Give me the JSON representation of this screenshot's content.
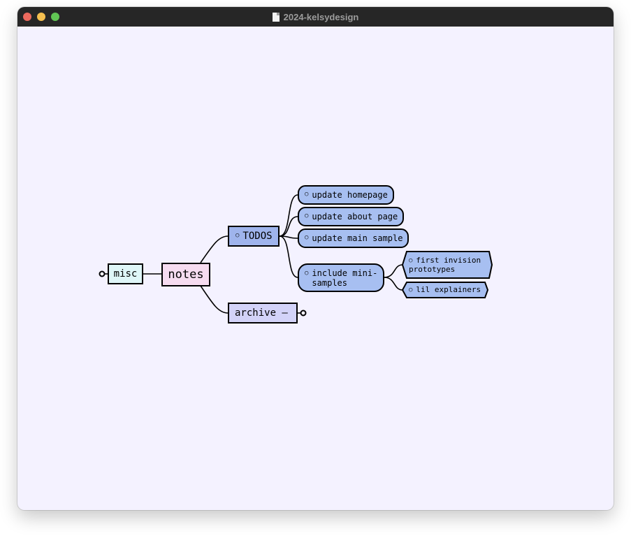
{
  "window": {
    "title": "2024-kelsydesign"
  },
  "colors": {
    "canvas_bg": "#f4f2ff",
    "misc_fill": "#dff6f8",
    "notes_fill": "#f6dcf0",
    "todos_fill": "#9fb4ec",
    "archive_fill": "#d3d3f8",
    "task_fill": "#a7bff1"
  },
  "mindmap": {
    "root": "notes",
    "misc": "misc",
    "todos": "TODOS",
    "archive": "archive –",
    "tasks": [
      "update homepage",
      "update about page",
      "update main sample",
      "include mini-\nsamples"
    ],
    "subtasks": [
      "first invision\nprototypes",
      "lil explainers"
    ],
    "bullet": "○"
  }
}
